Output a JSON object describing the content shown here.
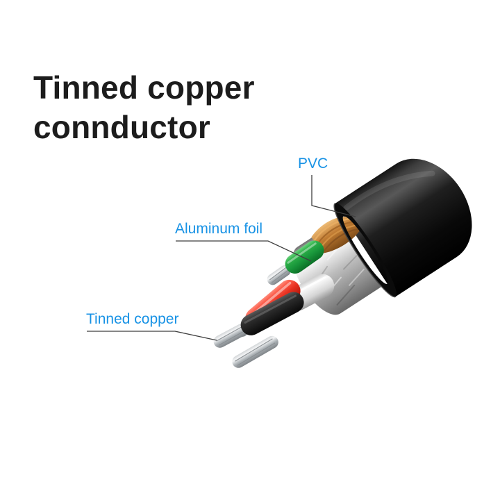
{
  "title": {
    "line1": "Tinned copper",
    "line2": "connductor"
  },
  "callouts": {
    "pvc": "PVC",
    "aluminum_foil": "Aluminum foil",
    "tinned_copper": "Tinned copper"
  },
  "diagram_parts": {
    "jacket": "PVC outer jacket",
    "shield": "Aluminum foil shield",
    "braid": "Tinned copper braid",
    "wires": [
      "red",
      "green",
      "white",
      "black"
    ],
    "stripped_ends": "tinned copper strands"
  },
  "colors": {
    "callout_blue": "#1792e5",
    "title_color": "#1c1c1c",
    "leader_line": "#3f3f3f",
    "jacket_black": "#0a0a0a",
    "foil_silver": "#c0c0c0",
    "copper": "#b87333",
    "wire_red": "#e72f1f",
    "wire_green": "#18953a",
    "wire_white": "#f2f2f2",
    "wire_black": "#141414",
    "strand_silver": "#c9cdd0"
  }
}
